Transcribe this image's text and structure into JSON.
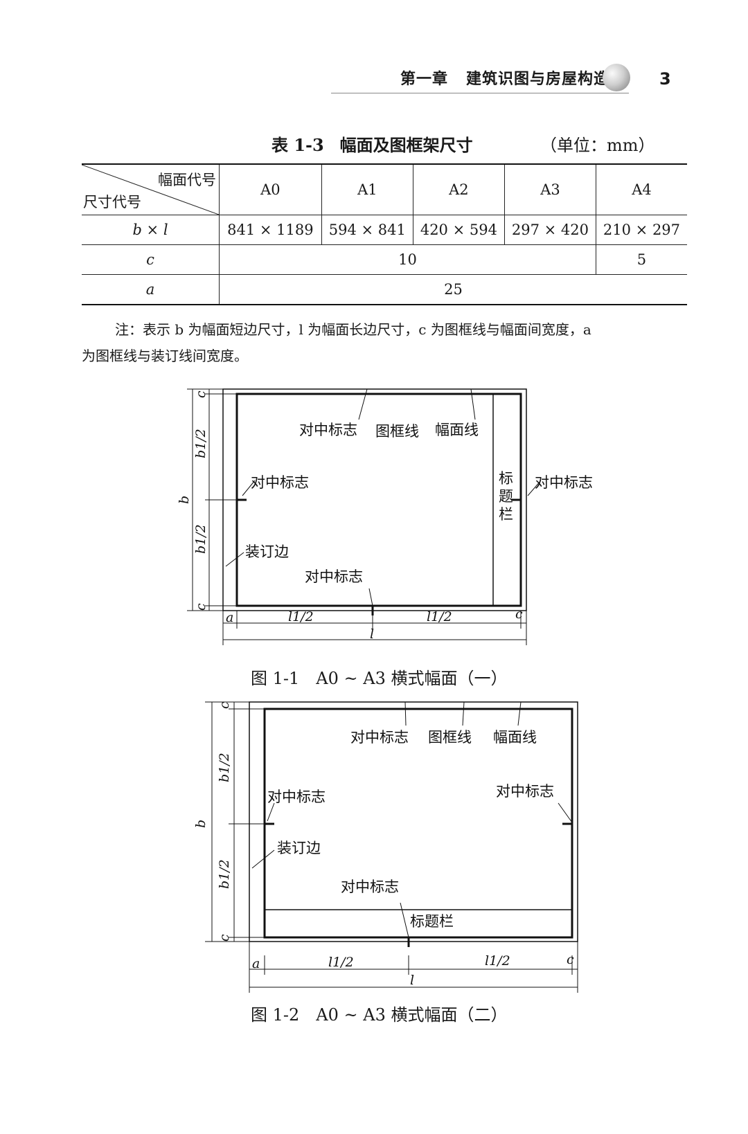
{
  "header": {
    "chapter": "第一章",
    "title": "建筑识图与房屋构造",
    "page_number": "3"
  },
  "table": {
    "title_prefix": "表 1-3",
    "title": "幅面及图框架尺寸",
    "unit": "（单位：mm）",
    "diag_top": "幅面代号",
    "diag_bottom": "尺寸代号",
    "columns": [
      "A0",
      "A1",
      "A2",
      "A3",
      "A4"
    ],
    "rows": [
      {
        "label": "b × l",
        "cells": [
          "841 × 1189",
          "594 × 841",
          "420 × 594",
          "297 × 420",
          "210 × 297"
        ]
      },
      {
        "label": "c",
        "merged": "10",
        "last": "5"
      },
      {
        "label": "a",
        "merged": "25"
      }
    ]
  },
  "note": {
    "line1": "注：表示 b 为幅面短边尺寸，l 为幅面长边尺寸，c 为图框线与幅面间宽度，a",
    "line2": "为图框线与装订线间宽度。"
  },
  "figure1": {
    "labels": {
      "center_mark_top": "对中标志",
      "frame_line": "图框线",
      "sheet_line": "幅面线",
      "center_mark_left": "对中标志",
      "center_mark_right": "对中标志",
      "binding_edge": "装订边",
      "center_mark_bottom": "对中标志",
      "title_block_1": "标",
      "title_block_2": "题",
      "title_block_3": "栏"
    },
    "dims": {
      "c": "c",
      "b": "b",
      "b1_half": "b1/2",
      "a": "a",
      "l1_half": "l1/2",
      "l": "l"
    },
    "caption": "图 1-1　A0 ~ A3 横式幅面（一）"
  },
  "figure2": {
    "labels": {
      "center_mark_top": "对中标志",
      "frame_line": "图框线",
      "sheet_line": "幅面线",
      "center_mark_left": "对中标志",
      "center_mark_right": "对中标志",
      "binding_edge": "装订边",
      "center_mark_bottom": "对中标志",
      "title_block": "标题栏"
    },
    "dims": {
      "c": "c",
      "b": "b",
      "b1_half": "b1/2",
      "a": "a",
      "l1_half": "l1/2",
      "l": "l"
    },
    "caption": "图 1-2　A0 ~ A3 横式幅面（二）"
  }
}
